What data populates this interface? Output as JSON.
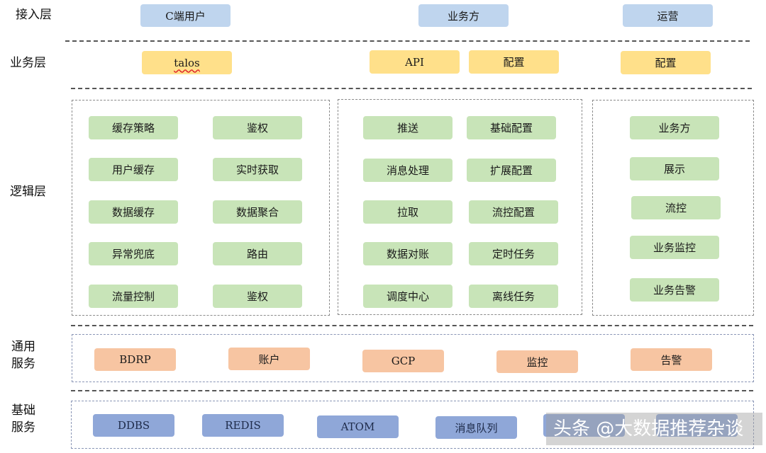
{
  "layers": {
    "access": "接入层",
    "business": "业务层",
    "logic": "逻辑层",
    "common": "通用\n服务",
    "base": "基础\n服务"
  },
  "access_nodes": [
    "C端用户",
    "业务方",
    "运营"
  ],
  "business_nodes": [
    "talos",
    "API",
    "配置",
    "配置"
  ],
  "logic": {
    "group1": [
      "缓存策略",
      "鉴权",
      "用户缓存",
      "实时获取",
      "数据缓存",
      "数据聚合",
      "异常兜底",
      "路由",
      "流量控制",
      "鉴权"
    ],
    "group2": [
      "推送",
      "基础配置",
      "消息处理",
      "扩展配置",
      "拉取",
      "流控配置",
      "数据对账",
      "定时任务",
      "调度中心",
      "离线任务"
    ],
    "group3": [
      "业务方",
      "展示",
      "流控",
      "业务监控",
      "业务告警"
    ]
  },
  "common_services": [
    "BDRP",
    "账户",
    "GCP",
    "监控",
    "告警"
  ],
  "base_services": [
    "DDBS",
    "REDIS",
    "ATOM",
    "消息队列",
    "",
    ""
  ],
  "watermark": "头条 @大数据推荐杂谈",
  "colors": {
    "access": "#bfd5ee",
    "business": "#ffe08a",
    "logic": "#c8e4b8",
    "common": "#f7c5a2",
    "base": "#8fa7d8"
  }
}
